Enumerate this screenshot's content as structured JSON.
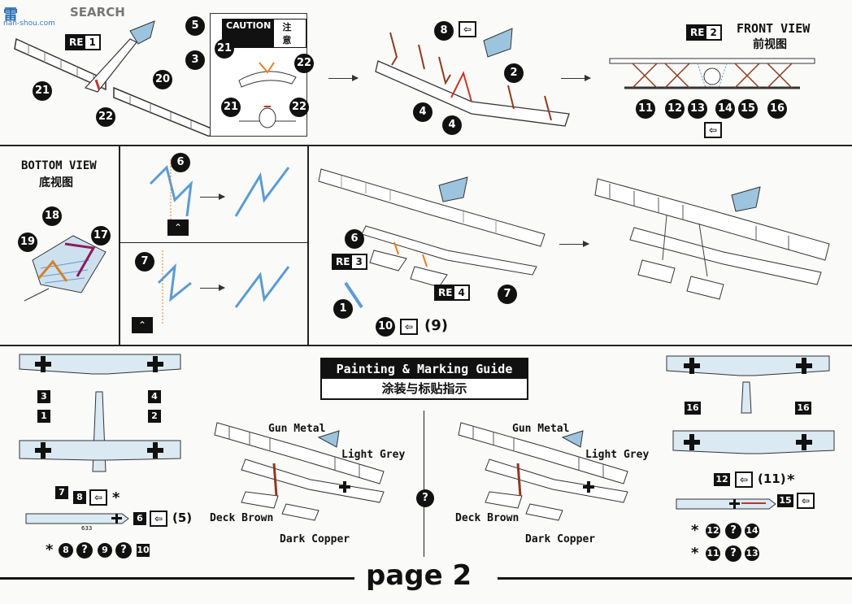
{
  "watermark": {
    "brand": "SEARCH",
    "site": "nan-shou.com"
  },
  "caution": {
    "en": "CAUTION",
    "cn": "注 意"
  },
  "refs": {
    "re1": "1",
    "re2": "2",
    "re3": "3",
    "re4": "4",
    "re_key": "RE"
  },
  "views": {
    "front_en": "FRONT VIEW",
    "front_cn": "前视图",
    "bottom_en": "BOTTOM VIEW",
    "bottom_cn": "底视图"
  },
  "guide": {
    "en": "Painting & Marking Guide",
    "cn": "涂装与标贴指示"
  },
  "colors": {
    "gun_metal": "Gun Metal",
    "light_grey": "Light Grey",
    "deck_brown": "Deck Brown",
    "dark_copper": "Dark Copper"
  },
  "page": {
    "label": "page 2"
  },
  "parts": {
    "p1": "1",
    "p2": "2",
    "p3": "3",
    "p4": "4",
    "p5": "5",
    "p6": "6",
    "p7": "7",
    "p8": "8",
    "p9": "9",
    "p10": "10",
    "p11": "11",
    "p12": "12",
    "p13": "13",
    "p14": "14",
    "p15": "15",
    "p16": "16",
    "p17": "17",
    "p18": "18",
    "p19": "19",
    "p20": "20",
    "p21": "21",
    "p22": "22"
  },
  "marks": {
    "paren9": "(9)",
    "paren5": "(5)",
    "paren11": "(11)",
    "star": "*",
    "q": "?"
  }
}
